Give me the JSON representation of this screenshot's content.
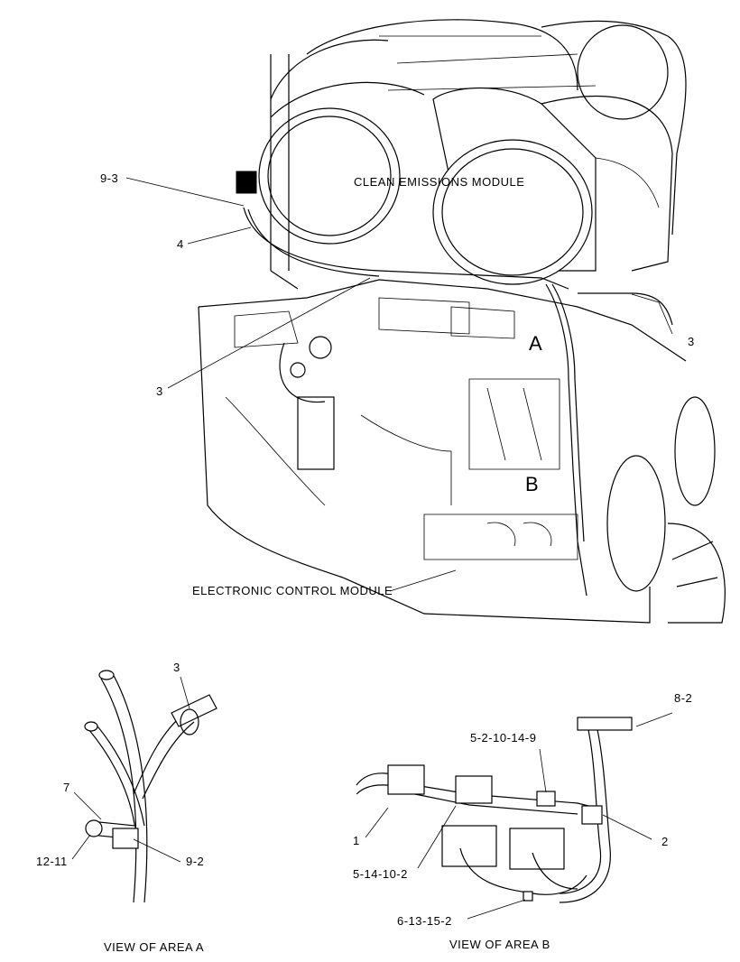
{
  "main_view": {
    "module_label": "CLEAN EMISSIONS MODULE",
    "ecm_label": "ELECTRONIC CONTROL MODULE",
    "area_a_marker": "A",
    "area_b_marker": "B",
    "callouts": {
      "c_9_3": "9-3",
      "c_4": "4",
      "c_3_right": "3",
      "c_3_left": "3"
    }
  },
  "view_a": {
    "title": "VIEW OF AREA  A",
    "callouts": {
      "c_3": "3",
      "c_7": "7",
      "c_12_11": "12-11",
      "c_9_2": "9-2"
    }
  },
  "view_b": {
    "title": "VIEW OF AREA  B",
    "callouts": {
      "c_8_2": "8-2",
      "c_5_2_10_14_9": "5-2-10-14-9",
      "c_1": "1",
      "c_2": "2",
      "c_5_14_10_2": "5-14-10-2",
      "c_6_13_15_2": "6-13-15-2"
    }
  }
}
